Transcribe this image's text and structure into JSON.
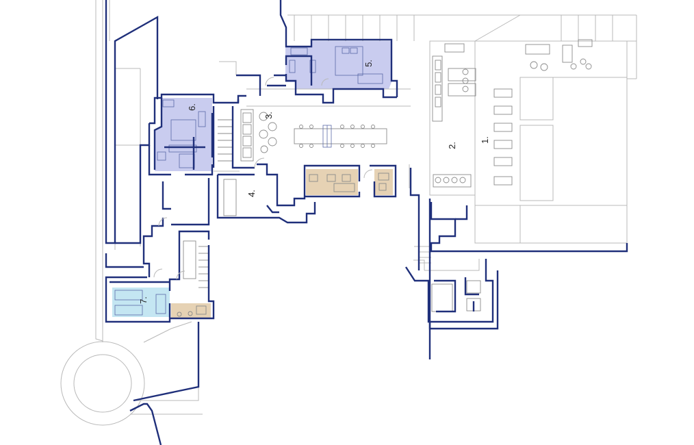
{
  "rooms": [
    {
      "id": "r1",
      "label": "1."
    },
    {
      "id": "r2",
      "label": "2."
    },
    {
      "id": "r3",
      "label": "3."
    },
    {
      "id": "r4",
      "label": "4."
    },
    {
      "id": "r5",
      "label": "5."
    },
    {
      "id": "r6",
      "label": "6."
    },
    {
      "id": "r7",
      "label": "7."
    }
  ],
  "colors": {
    "wall": "#1f2f7a",
    "bedroom_fill": "#c9ccef",
    "bathroom_fill": "#e6d2b4",
    "kids_room_fill": "#c4e6f2",
    "furniture": "#8a8a8a"
  }
}
